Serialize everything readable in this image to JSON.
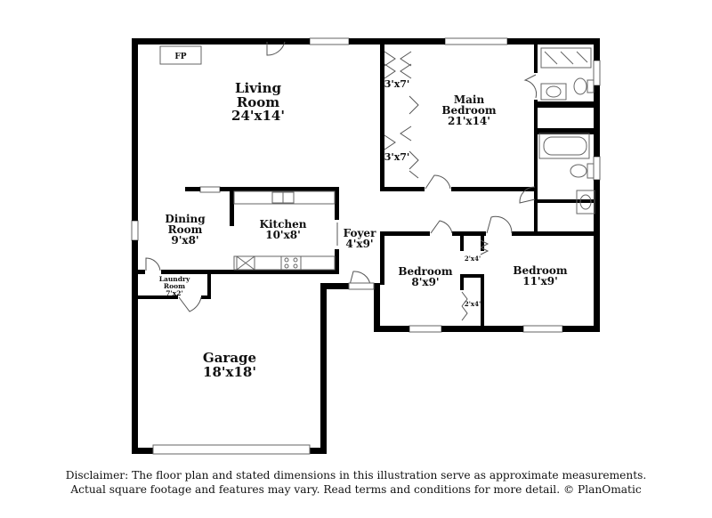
{
  "rooms": {
    "living": {
      "name_1": "Living",
      "name_2": "Room",
      "dims": "24'x14'"
    },
    "main_bedroom": {
      "name_1": "Main",
      "name_2": "Bedroom",
      "dims": "21'x14'"
    },
    "closet_1": {
      "dims": "3'x7'"
    },
    "closet_2": {
      "dims": "3'x7'"
    },
    "dining": {
      "name_1": "Dining",
      "name_2": "Room",
      "dims": "9'x8'"
    },
    "kitchen": {
      "name": "Kitchen",
      "dims": "10'x8'"
    },
    "foyer": {
      "name": "Foyer",
      "dims": "4'x9'"
    },
    "bedroom_2": {
      "name": "Bedroom",
      "dims": "8'x9'"
    },
    "bedroom_3": {
      "name": "Bedroom",
      "dims": "11'x9'"
    },
    "closet_3": {
      "dims": "2'x4'"
    },
    "closet_4": {
      "dims": "2'x4'"
    },
    "laundry": {
      "name_1": "Laundry",
      "name_2": "Room",
      "dims": "7'x2'"
    },
    "garage": {
      "name": "Garage",
      "dims": "18'x18'"
    }
  },
  "fixtures": {
    "fireplace": "FP"
  },
  "disclaimer": {
    "line1": "Disclaimer: The floor plan and stated dimensions in this illustration serve as approximate measurements.",
    "line2": "Actual square footage and features may vary. Read terms and conditions for more detail. © PlanOmatic"
  }
}
